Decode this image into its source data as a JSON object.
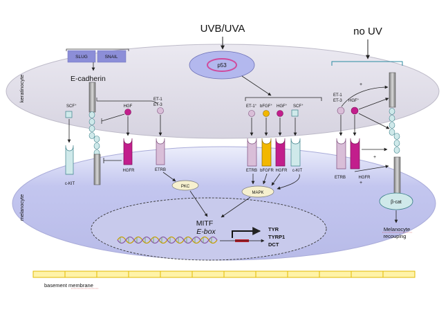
{
  "labels": {
    "uv_top": "UVB/UVA",
    "no_uv": "no UV",
    "p53": "p53",
    "slug": "SLUG",
    "snail": "SNAIL",
    "ecadherin": "E-cadherin",
    "keratinocyte": "keratinocyte",
    "melanocyte": "melanocyte",
    "basement": "basement membrane",
    "scf_left": "SCF",
    "hgf_left": "HGF",
    "et1_left": "ET-1",
    "et3_left": "ET-3",
    "ckit_left": "c-KIT",
    "hgfr_left": "HGFR",
    "etrb_left": "ETRB",
    "pkc": "PKC",
    "mapk": "MAPK",
    "mitf": "MITF",
    "ebox": "E-box",
    "tyr": "TYR",
    "tyrp1": "TYRP1",
    "dct": "DCT",
    "mid_et1": "ET-1",
    "mid_bfgf": "bFGF",
    "mid_hgf": "HGF",
    "mid_scf": "SCF",
    "mid_etrb": "ETRB",
    "mid_bfgfr": "bFGFR",
    "mid_hgfr": "HGFR",
    "mid_ckit": "c-KIT",
    "r_et1": "ET-1",
    "r_et3": "ET-3",
    "r_hgf": "HGF",
    "r_etrb": "ETRB",
    "r_hgfr": "HGFR",
    "bcat": "β-cat",
    "melanocyte_recoup": "Melanocyte",
    "recouping": "recouping",
    "plus": "+"
  },
  "colors": {
    "keratinocyte_fill": "#e7e4ef",
    "melanocyte_fill": "#c5c7ef",
    "nucleus_fill": "#c9cbec",
    "slug_snail": "#8c8ed8",
    "p53_fill": "#b3b8ee",
    "p53_ring": "#d04a9c",
    "hgf": "#c21e8c",
    "et": "#d9bed8",
    "bfgf": "#f2b700",
    "ckit": "#cfe9ea",
    "pale_oval": "#f6f0cf",
    "bcat_fill": "#cfe9ea",
    "basement_fill": "#fff3a8",
    "basement_stroke": "#e0b800",
    "promoter": "#c0202c"
  }
}
